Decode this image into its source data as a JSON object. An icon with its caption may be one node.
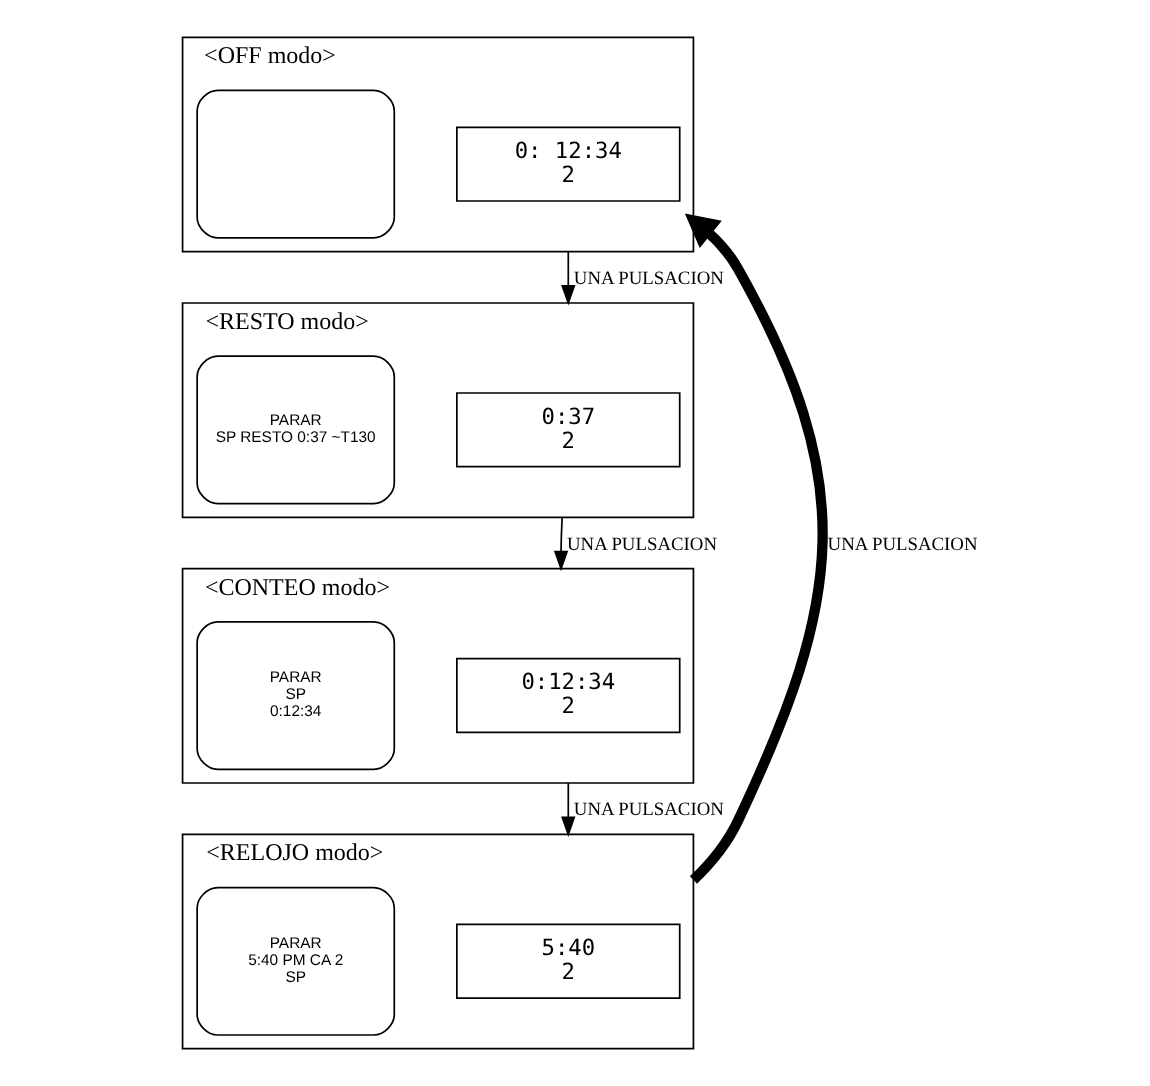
{
  "diagram": {
    "nodes": [
      {
        "text": [
          "<OFF modo>"
        ]
      },
      {
        "text": [],
        "shape": "box",
        "in": 0
      },
      {
        "text": [
          "0: 12:34",
          "2"
        ],
        "in": 0
      },
      {
        "text": [
          "<RESTO modo>"
        ]
      },
      {
        "text": [
          "PARAR",
          "SP RESTO 0:37 ~T130"
        ],
        "in": 3
      },
      {
        "text": [
          "0:37",
          "2"
        ],
        "in": 3
      },
      {
        "text": [
          "<CONTEO modo>"
        ]
      },
      {
        "text": [
          "PARAR",
          "SP",
          "0:12:34"
        ],
        "in": 6
      },
      {
        "text": [
          "0:12:34",
          "2"
        ],
        "in": 6
      },
      {
        "text": [
          "<RELOJO modo>"
        ]
      },
      {
        "text": [
          "PARAR",
          "5:40 PM CA 2",
          "SP"
        ],
        "in": 9
      },
      {
        "text": [
          "5:40",
          "2"
        ],
        "in": 9
      }
    ],
    "edges": [
      {
        "from": 0,
        "to": 3,
        "arrow": "to",
        "label": "UNA PULSACION"
      },
      {
        "from": 3,
        "to": 6,
        "arrow": "to",
        "label": "UNA PULSACION"
      },
      {
        "from": 6,
        "to": 9,
        "arrow": "to",
        "label": "UNA PULSACION"
      },
      {
        "from": 9,
        "to": 0,
        "arrow": "to",
        "label": "UNA PULSACION",
        "style": "thick"
      }
    ]
  }
}
